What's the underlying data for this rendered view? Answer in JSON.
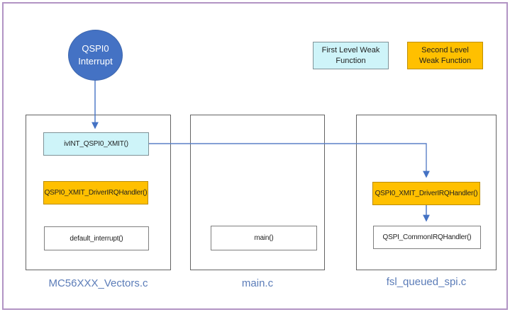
{
  "interrupt_source": {
    "label": "QSPI0 Interrupt"
  },
  "legend": {
    "first_level": {
      "label": "First Level Weak Function",
      "fill": "#cef4f9"
    },
    "second_level": {
      "label": "Second Level Weak Function",
      "fill": "#ffc000"
    }
  },
  "files": [
    {
      "name": "MC56XXX_Vectors.c",
      "functions": [
        {
          "label": "ivINT_QSPI0_XMIT()",
          "level": "first"
        },
        {
          "label": "QSPI0_XMIT_DriverIRQHandler()",
          "level": "second"
        },
        {
          "label": "default_interrupt()",
          "level": "none"
        }
      ]
    },
    {
      "name": "main.c",
      "functions": [
        {
          "label": "main()",
          "level": "none"
        }
      ]
    },
    {
      "name": "fsl_queued_spi.c",
      "functions": [
        {
          "label": "QSPI0_XMIT_DriverIRQHandler()",
          "level": "second"
        },
        {
          "label": "QSPI_CommonIRQHandler()",
          "level": "none"
        }
      ]
    }
  ],
  "colors": {
    "accent_blue": "#4472c4",
    "first_level_fill": "#cef4f9",
    "second_level_fill": "#ffc000",
    "page_border_purple": "#b294c4",
    "file_label_blue": "#5b7cb8"
  }
}
